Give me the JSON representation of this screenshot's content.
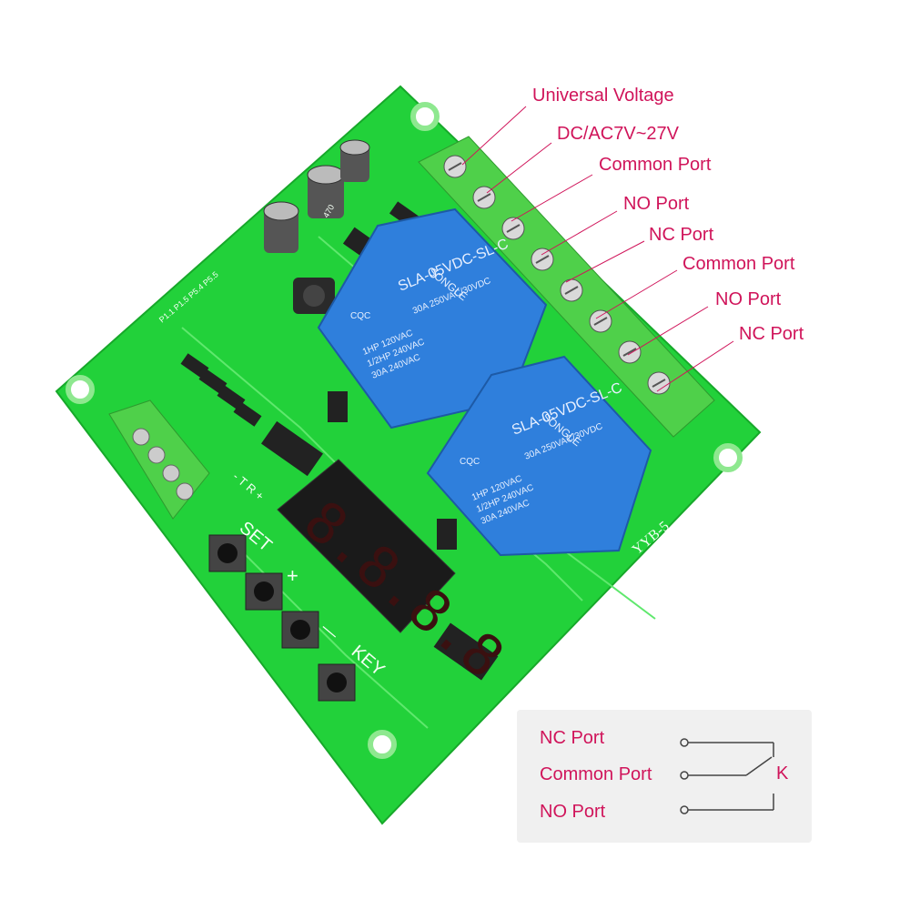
{
  "board": {
    "silkscreen_set": "SET",
    "silkscreen_plus": "+",
    "silkscreen_minus": "—",
    "silkscreen_key": "KEY",
    "silkscreen_model": "YYB-5",
    "silkscreen_trp": "- T R +",
    "silkscreen_pins": "P1.1 P1.5 P5.4 P5.5",
    "cap_label": "470",
    "relay_brand": "SONGLE",
    "relay_model": "SLA-05VDC-SL-C",
    "relay_rating_1": "30A 250VAC/30VDC",
    "relay_rating_2": "1HP 120VAC",
    "relay_rating_3": "1/2HP 240VAC",
    "relay_rating_4": "30A 240VAC",
    "relay_cert": "CQC"
  },
  "callouts": [
    "Universal Voltage",
    "DC/AC7V~27V",
    "Common Port",
    "NO Port",
    "NC Port",
    "Common Port",
    "NO Port",
    "NC Port"
  ],
  "legend": {
    "nc": "NC Port",
    "common": "Common Port",
    "no": "NO Port",
    "k": "K"
  },
  "colors": {
    "pcb": "#22d13a",
    "relay": "#2f7fdc",
    "label": "#d0145a",
    "terminal": "#4fd04a"
  }
}
